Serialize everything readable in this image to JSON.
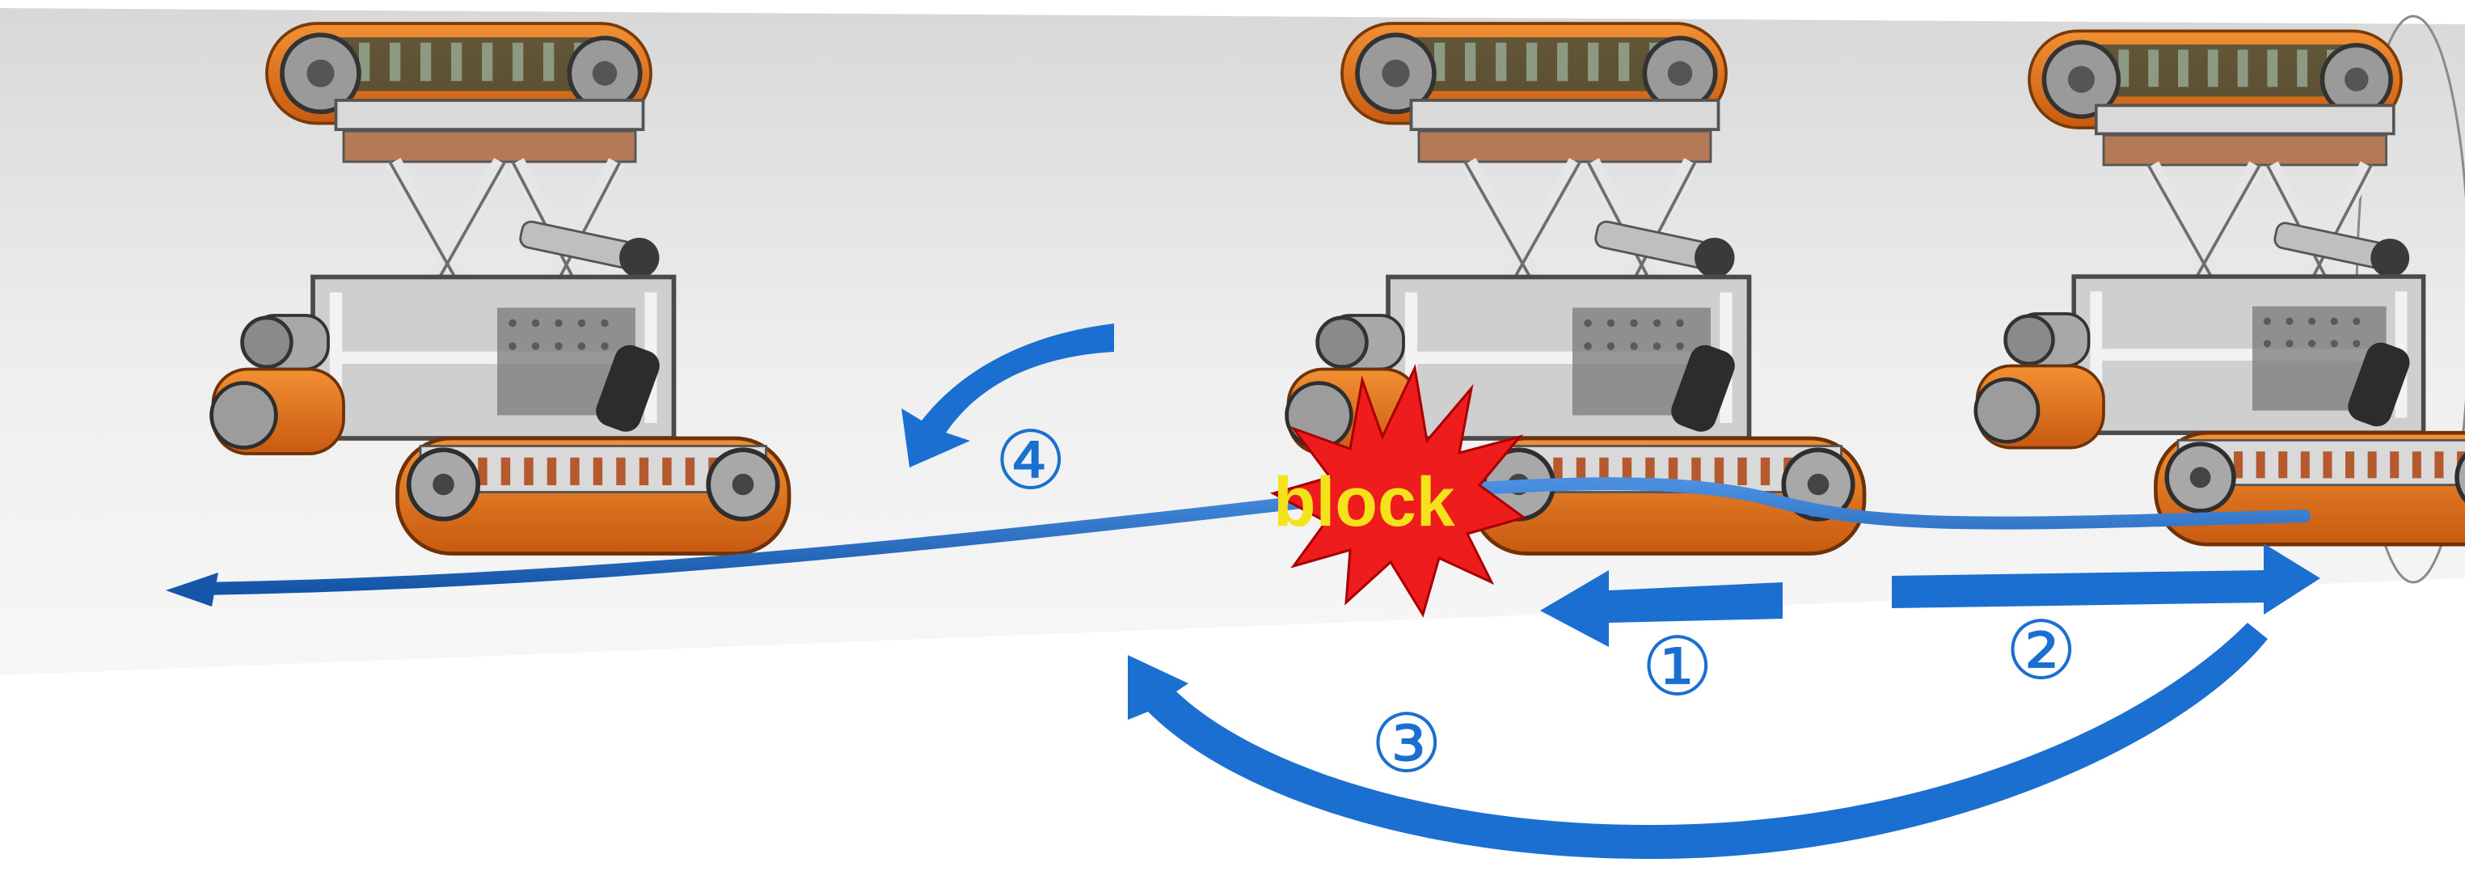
{
  "block_label": "block",
  "step_labels": [
    "①",
    "②",
    "③",
    "④"
  ],
  "colors": {
    "arrow_blue": "#1b6fd0",
    "robot_orange": "#e8731c",
    "block_red": "#ee1c1c",
    "block_text": "#f4e21a",
    "frame_silver": "#c9cbcf"
  },
  "icons": [
    "robot-icon",
    "cable-icon",
    "collision-burst-icon"
  ]
}
